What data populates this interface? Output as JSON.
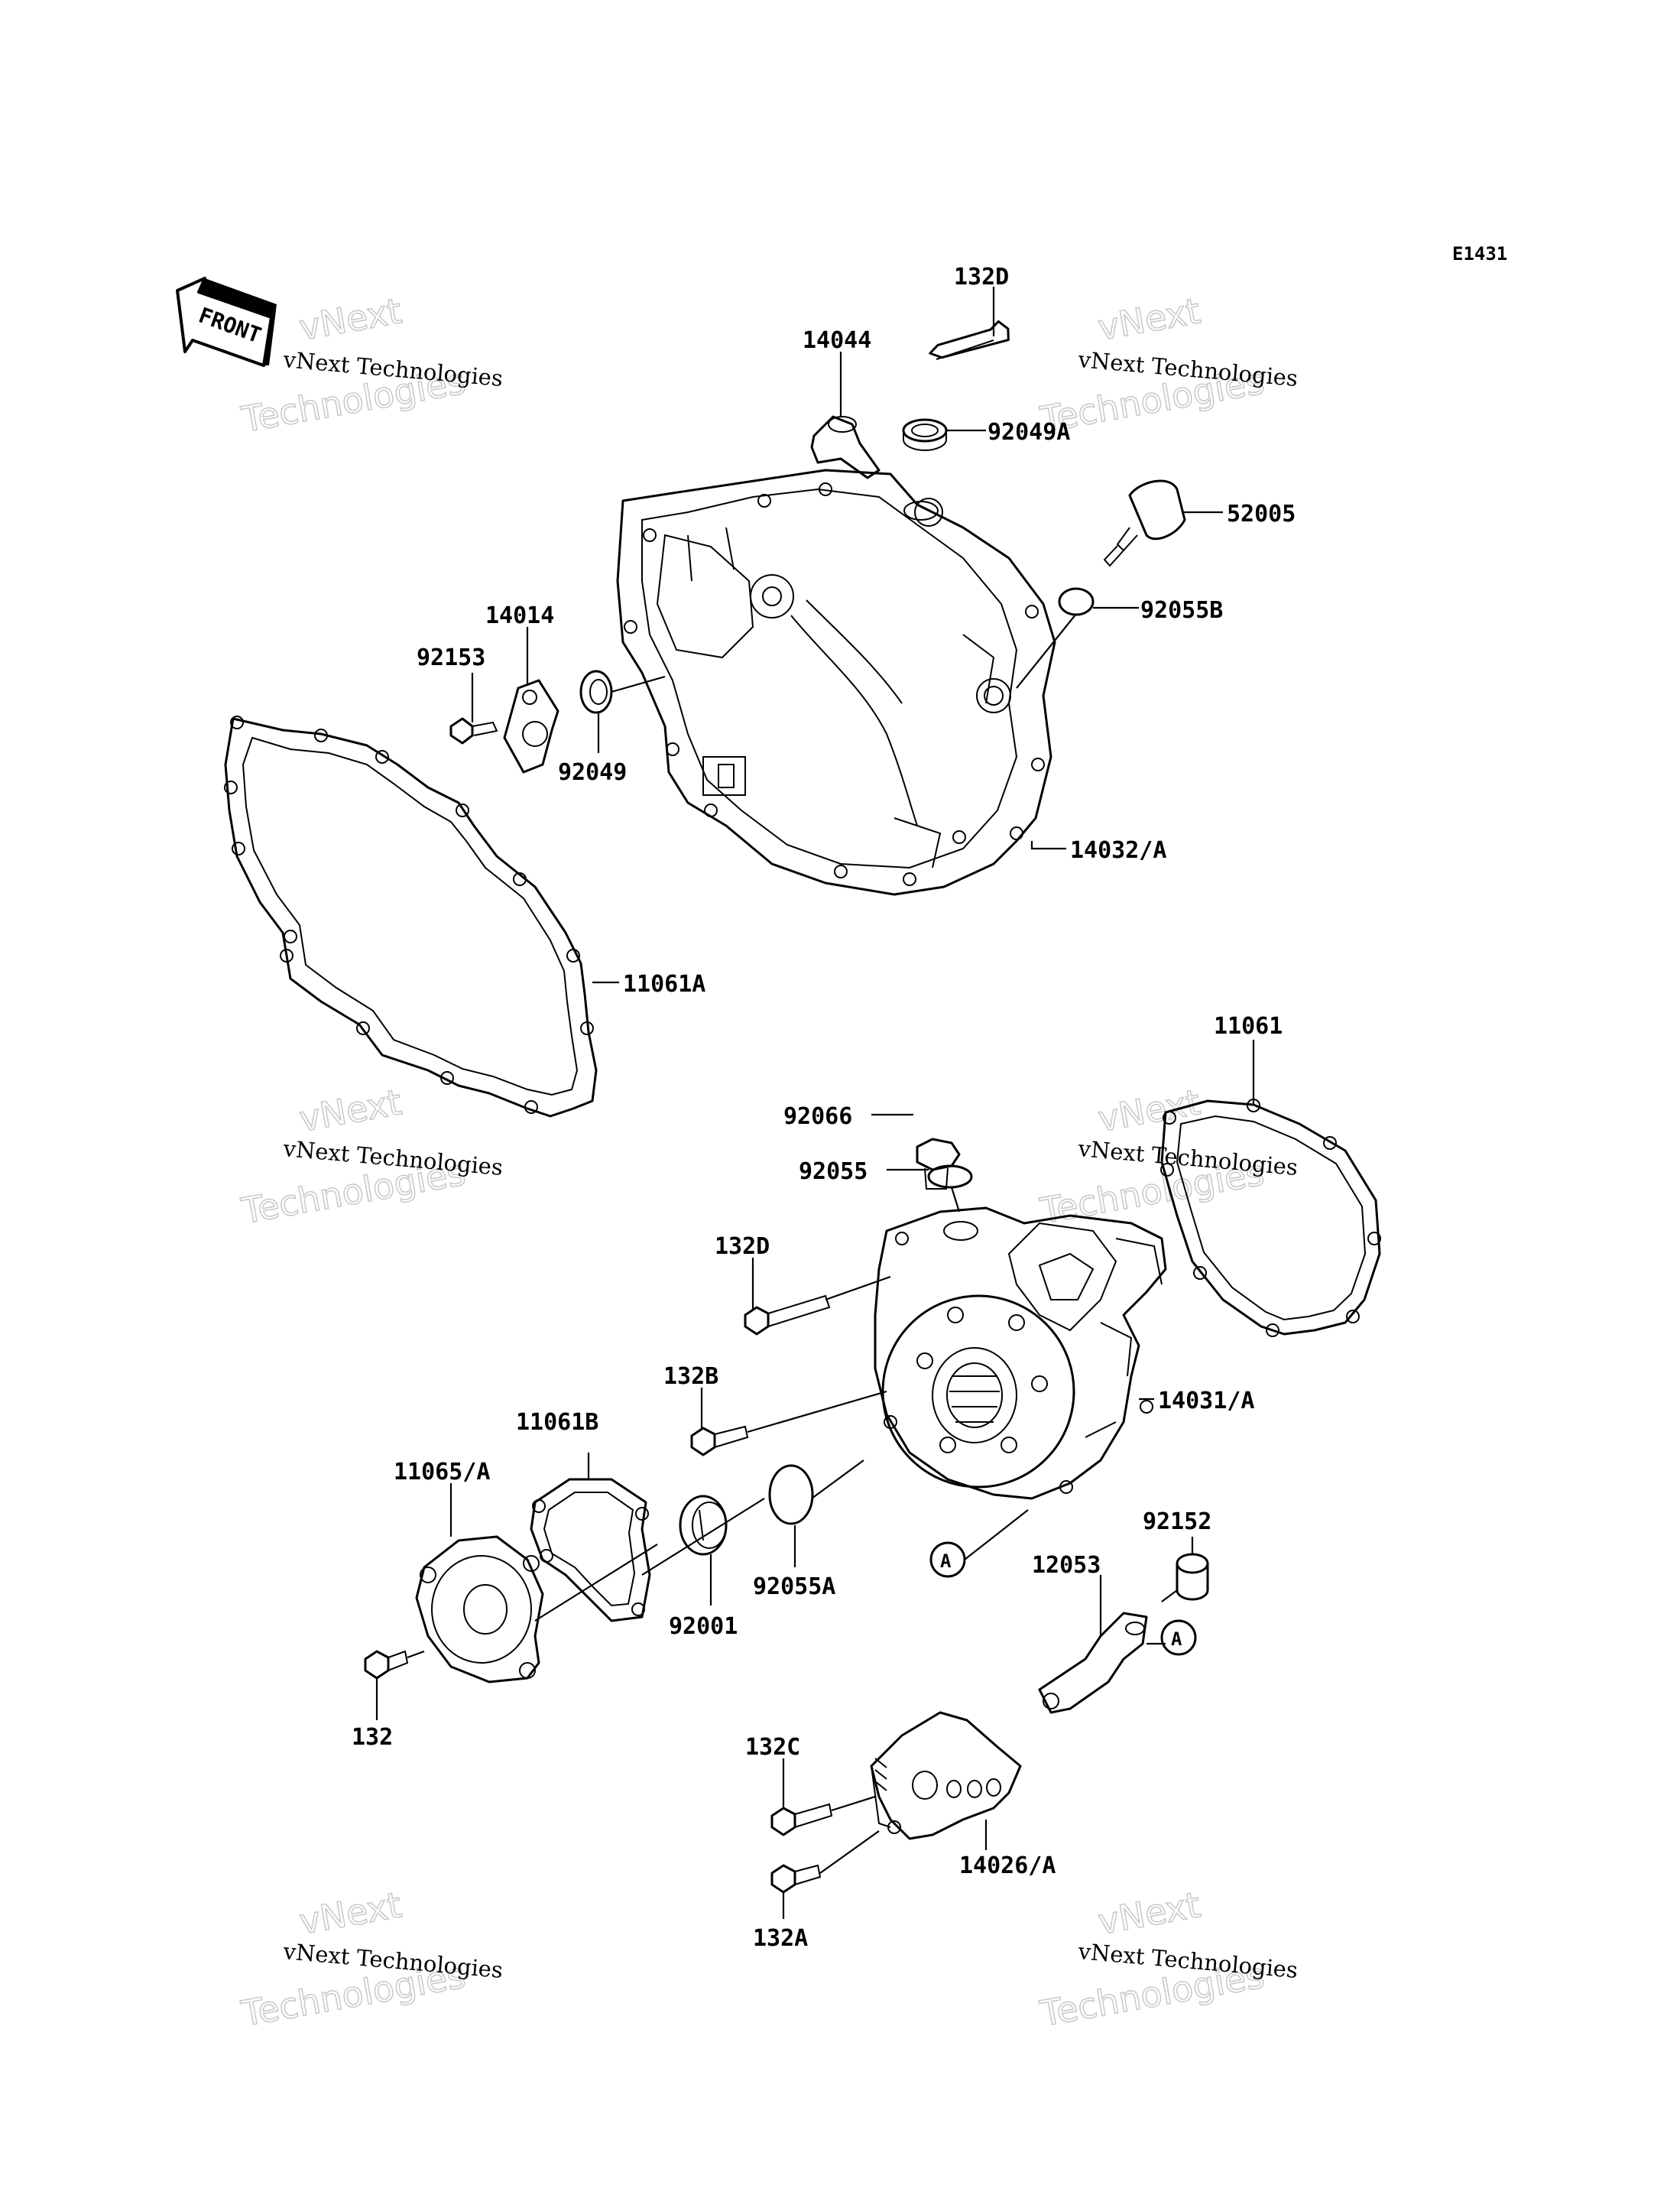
{
  "diagram_code": "E1431",
  "front_label": "FRONT",
  "watermark": {
    "line1": "vNext Technologies",
    "ghost1": "vNext",
    "ghost2": "Technologies"
  },
  "callout_a": "A",
  "labels": [
    {
      "id": "132D_top",
      "text": "132D"
    },
    {
      "id": "14044",
      "text": "14044"
    },
    {
      "id": "92049A",
      "text": "92049A"
    },
    {
      "id": "52005",
      "text": "52005"
    },
    {
      "id": "92055B",
      "text": "92055B"
    },
    {
      "id": "14014",
      "text": "14014"
    },
    {
      "id": "92153",
      "text": "92153"
    },
    {
      "id": "92049",
      "text": "92049"
    },
    {
      "id": "14032A",
      "text": "14032/A"
    },
    {
      "id": "11061A",
      "text": "11061A"
    },
    {
      "id": "11061",
      "text": "11061"
    },
    {
      "id": "92066",
      "text": "92066"
    },
    {
      "id": "92055",
      "text": "92055"
    },
    {
      "id": "132D_mid",
      "text": "132D"
    },
    {
      "id": "132B",
      "text": "132B"
    },
    {
      "id": "14031A",
      "text": "14031/A"
    },
    {
      "id": "11061B",
      "text": "11061B"
    },
    {
      "id": "11065A",
      "text": "11065/A"
    },
    {
      "id": "92152",
      "text": "92152"
    },
    {
      "id": "12053",
      "text": "12053"
    },
    {
      "id": "92055A",
      "text": "92055A"
    },
    {
      "id": "92001",
      "text": "92001"
    },
    {
      "id": "132",
      "text": "132"
    },
    {
      "id": "132C",
      "text": "132C"
    },
    {
      "id": "14026A",
      "text": "14026/A"
    },
    {
      "id": "132A",
      "text": "132A"
    }
  ]
}
